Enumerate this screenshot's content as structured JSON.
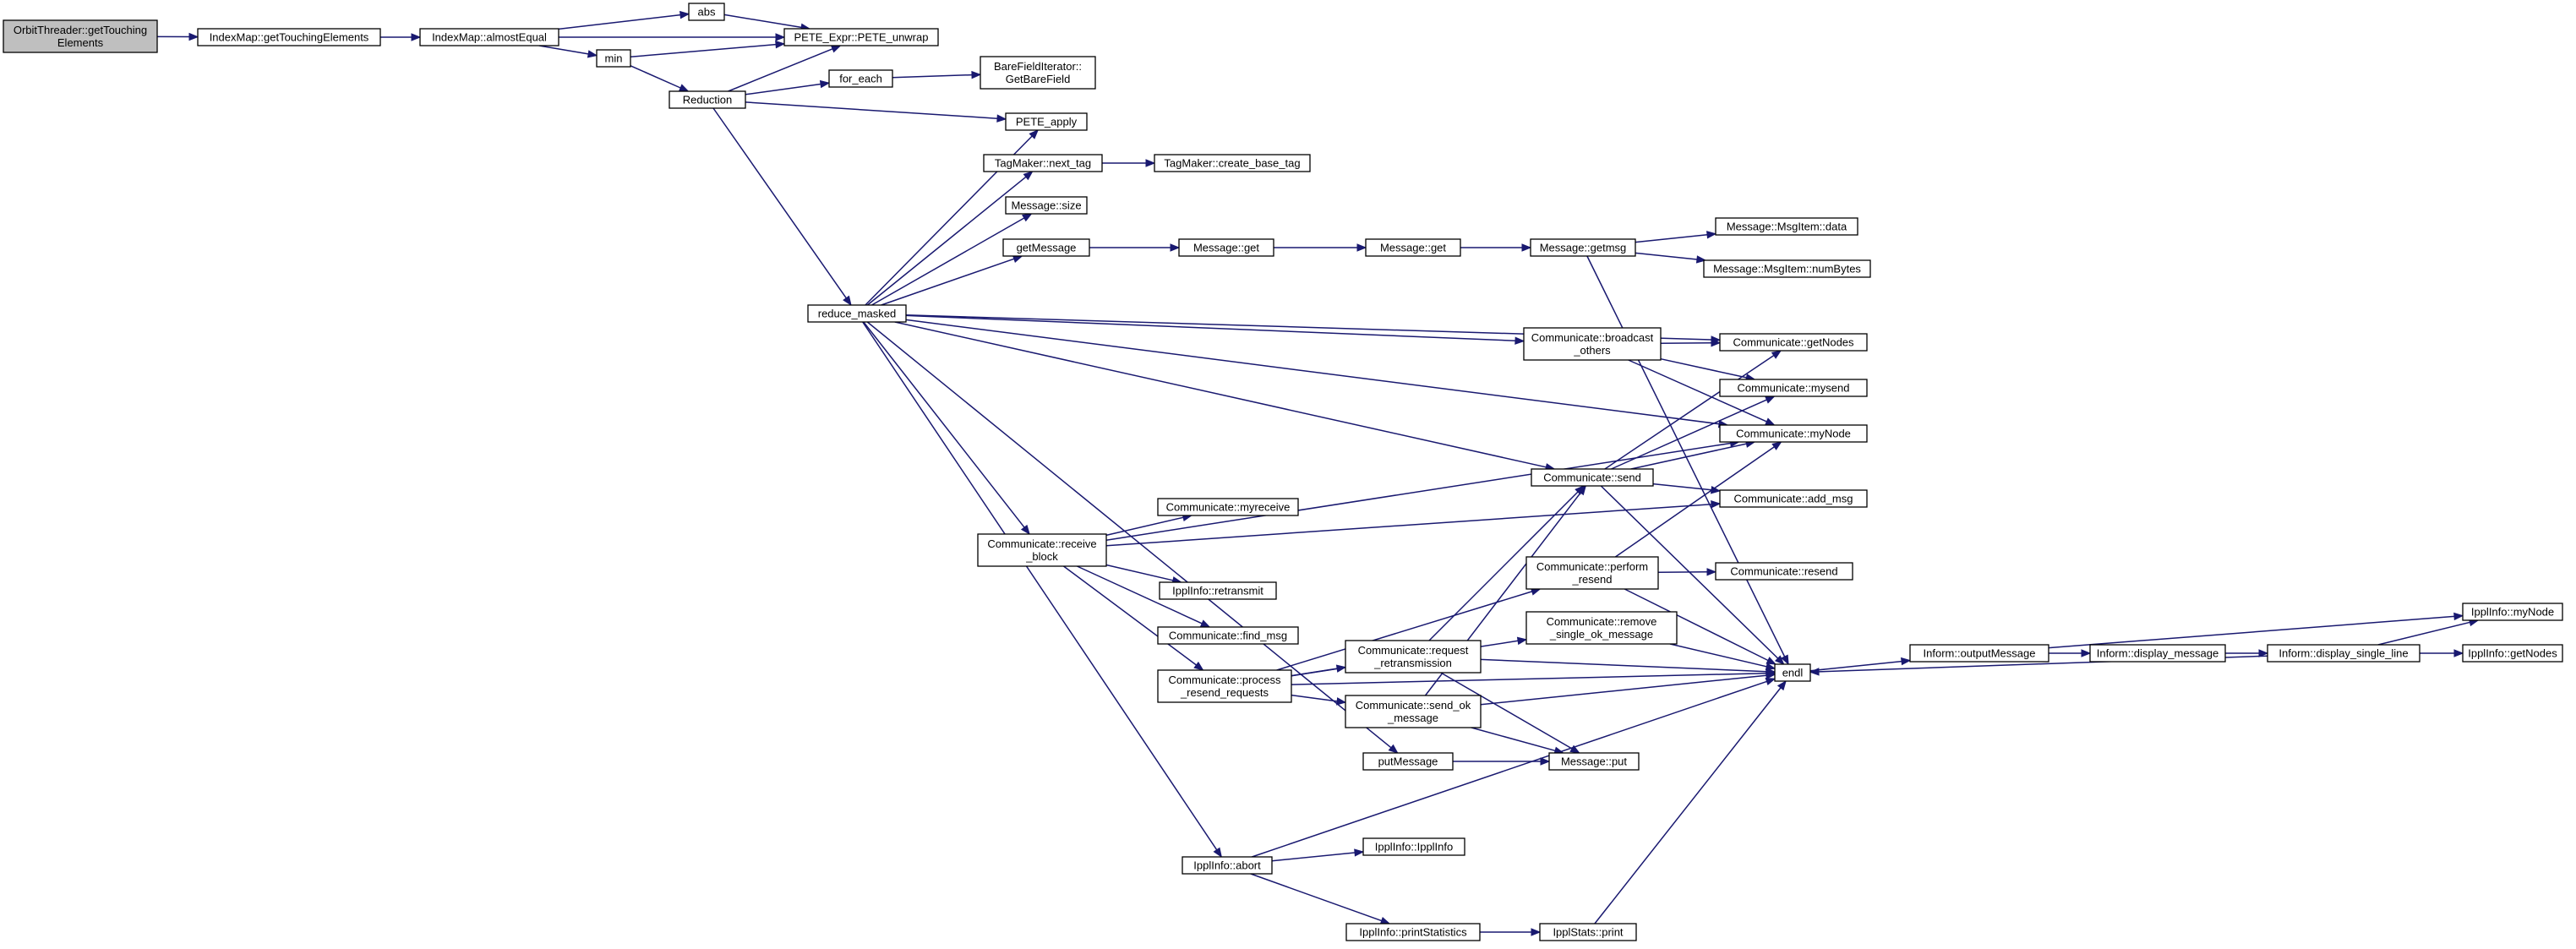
{
  "graph": {
    "edge_color": "#191970",
    "root_fill": "#bfbfbf",
    "nodes": [
      {
        "id": "n0",
        "lines": [
          "OrbitThreader::getTouching",
          "Elements"
        ],
        "root": true
      },
      {
        "id": "n1",
        "lines": [
          "IndexMap::getTouchingElements"
        ]
      },
      {
        "id": "n2",
        "lines": [
          "IndexMap::almostEqual"
        ]
      },
      {
        "id": "n3",
        "lines": [
          "abs"
        ]
      },
      {
        "id": "n4",
        "lines": [
          "PETE_Expr::PETE_unwrap"
        ]
      },
      {
        "id": "n5",
        "lines": [
          "min"
        ]
      },
      {
        "id": "n6",
        "lines": [
          "Reduction"
        ]
      },
      {
        "id": "n7",
        "lines": [
          "for_each"
        ]
      },
      {
        "id": "n8",
        "lines": [
          "BareFieldIterator::",
          "GetBareField"
        ]
      },
      {
        "id": "n9",
        "lines": [
          "PETE_apply"
        ]
      },
      {
        "id": "n10",
        "lines": [
          "reduce_masked"
        ]
      },
      {
        "id": "n11",
        "lines": [
          "TagMaker::next_tag"
        ]
      },
      {
        "id": "n12",
        "lines": [
          "TagMaker::create_base_tag"
        ]
      },
      {
        "id": "n13",
        "lines": [
          "Message::size"
        ]
      },
      {
        "id": "n14",
        "lines": [
          "getMessage"
        ]
      },
      {
        "id": "n15",
        "lines": [
          "Message::get"
        ]
      },
      {
        "id": "n16",
        "lines": [
          "Message::get"
        ]
      },
      {
        "id": "n17",
        "lines": [
          "Message::getmsg"
        ]
      },
      {
        "id": "n18",
        "lines": [
          "Message::MsgItem::data"
        ]
      },
      {
        "id": "n19",
        "lines": [
          "Message::MsgItem::numBytes"
        ]
      },
      {
        "id": "n20",
        "lines": [
          "endl"
        ]
      },
      {
        "id": "n21",
        "lines": [
          "Communicate::broadcast",
          "_others"
        ]
      },
      {
        "id": "n22",
        "lines": [
          "Communicate::getNodes"
        ]
      },
      {
        "id": "n23",
        "lines": [
          "Communicate::mysend"
        ]
      },
      {
        "id": "n24",
        "lines": [
          "Communicate::myNode"
        ]
      },
      {
        "id": "n25",
        "lines": [
          "Communicate::send"
        ]
      },
      {
        "id": "n26",
        "lines": [
          "Communicate::add_msg"
        ]
      },
      {
        "id": "n27",
        "lines": [
          "Communicate::receive",
          "_block"
        ]
      },
      {
        "id": "n28",
        "lines": [
          "Communicate::myreceive"
        ]
      },
      {
        "id": "n29",
        "lines": [
          "IpplInfo::retransmit"
        ]
      },
      {
        "id": "n30",
        "lines": [
          "Communicate::find_msg"
        ]
      },
      {
        "id": "n31",
        "lines": [
          "Communicate::process",
          "_resend_requests"
        ]
      },
      {
        "id": "n32",
        "lines": [
          "Communicate::perform",
          "_resend"
        ]
      },
      {
        "id": "n33",
        "lines": [
          "Communicate::resend"
        ]
      },
      {
        "id": "n34",
        "lines": [
          "Communicate::remove",
          "_single_ok_message"
        ]
      },
      {
        "id": "n35",
        "lines": [
          "Communicate::request",
          "_retransmission"
        ]
      },
      {
        "id": "n36",
        "lines": [
          "Communicate::send_ok",
          "_message"
        ]
      },
      {
        "id": "n37",
        "lines": [
          "Message::put"
        ]
      },
      {
        "id": "n38",
        "lines": [
          "putMessage"
        ]
      },
      {
        "id": "n39",
        "lines": [
          "IpplInfo::abort"
        ]
      },
      {
        "id": "n40",
        "lines": [
          "IpplInfo::IpplInfo"
        ]
      },
      {
        "id": "n41",
        "lines": [
          "IpplInfo::printStatistics"
        ]
      },
      {
        "id": "n42",
        "lines": [
          "IpplStats::print"
        ]
      },
      {
        "id": "n43",
        "lines": [
          "Inform::outputMessage"
        ]
      },
      {
        "id": "n44",
        "lines": [
          "Inform::display_message"
        ]
      },
      {
        "id": "n45",
        "lines": [
          "Inform::display_single_line"
        ]
      },
      {
        "id": "n46",
        "lines": [
          "IpplInfo::myNode"
        ]
      },
      {
        "id": "n47",
        "lines": [
          "IpplInfo::getNodes"
        ]
      }
    ],
    "edges": [
      [
        "n0",
        "n1"
      ],
      [
        "n1",
        "n2"
      ],
      [
        "n2",
        "n3"
      ],
      [
        "n2",
        "n4"
      ],
      [
        "n2",
        "n5"
      ],
      [
        "n3",
        "n4"
      ],
      [
        "n5",
        "n4"
      ],
      [
        "n5",
        "n6"
      ],
      [
        "n6",
        "n4"
      ],
      [
        "n6",
        "n7"
      ],
      [
        "n6",
        "n9"
      ],
      [
        "n6",
        "n10"
      ],
      [
        "n7",
        "n8"
      ],
      [
        "n10",
        "n9"
      ],
      [
        "n10",
        "n11"
      ],
      [
        "n10",
        "n13"
      ],
      [
        "n10",
        "n14"
      ],
      [
        "n10",
        "n22"
      ],
      [
        "n10",
        "n21"
      ],
      [
        "n10",
        "n24"
      ],
      [
        "n10",
        "n25"
      ],
      [
        "n10",
        "n27"
      ],
      [
        "n10",
        "n38"
      ],
      [
        "n10",
        "n39"
      ],
      [
        "n11",
        "n12"
      ],
      [
        "n14",
        "n15"
      ],
      [
        "n15",
        "n16"
      ],
      [
        "n16",
        "n17"
      ],
      [
        "n17",
        "n18"
      ],
      [
        "n17",
        "n19"
      ],
      [
        "n17",
        "n20"
      ],
      [
        "n21",
        "n22"
      ],
      [
        "n21",
        "n23"
      ],
      [
        "n21",
        "n24"
      ],
      [
        "n25",
        "n22"
      ],
      [
        "n25",
        "n23"
      ],
      [
        "n25",
        "n24"
      ],
      [
        "n25",
        "n26"
      ],
      [
        "n25",
        "n20"
      ],
      [
        "n27",
        "n24"
      ],
      [
        "n27",
        "n26"
      ],
      [
        "n27",
        "n28"
      ],
      [
        "n27",
        "n29"
      ],
      [
        "n27",
        "n30"
      ],
      [
        "n27",
        "n31"
      ],
      [
        "n31",
        "n32"
      ],
      [
        "n31",
        "n34"
      ],
      [
        "n31",
        "n35"
      ],
      [
        "n31",
        "n36"
      ],
      [
        "n31",
        "n20"
      ],
      [
        "n32",
        "n33"
      ],
      [
        "n32",
        "n24"
      ],
      [
        "n32",
        "n20"
      ],
      [
        "n34",
        "n20"
      ],
      [
        "n35",
        "n25"
      ],
      [
        "n35",
        "n37"
      ],
      [
        "n35",
        "n20"
      ],
      [
        "n36",
        "n25"
      ],
      [
        "n36",
        "n37"
      ],
      [
        "n36",
        "n20"
      ],
      [
        "n38",
        "n37"
      ],
      [
        "n39",
        "n40"
      ],
      [
        "n39",
        "n41"
      ],
      [
        "n39",
        "n20"
      ],
      [
        "n41",
        "n42"
      ],
      [
        "n42",
        "n20"
      ],
      [
        "n20",
        "n43"
      ],
      [
        "n43",
        "n44"
      ],
      [
        "n43",
        "n46"
      ],
      [
        "n44",
        "n45"
      ],
      [
        "n45",
        "n46"
      ],
      [
        "n45",
        "n47"
      ],
      [
        "n45",
        "n20"
      ]
    ]
  }
}
